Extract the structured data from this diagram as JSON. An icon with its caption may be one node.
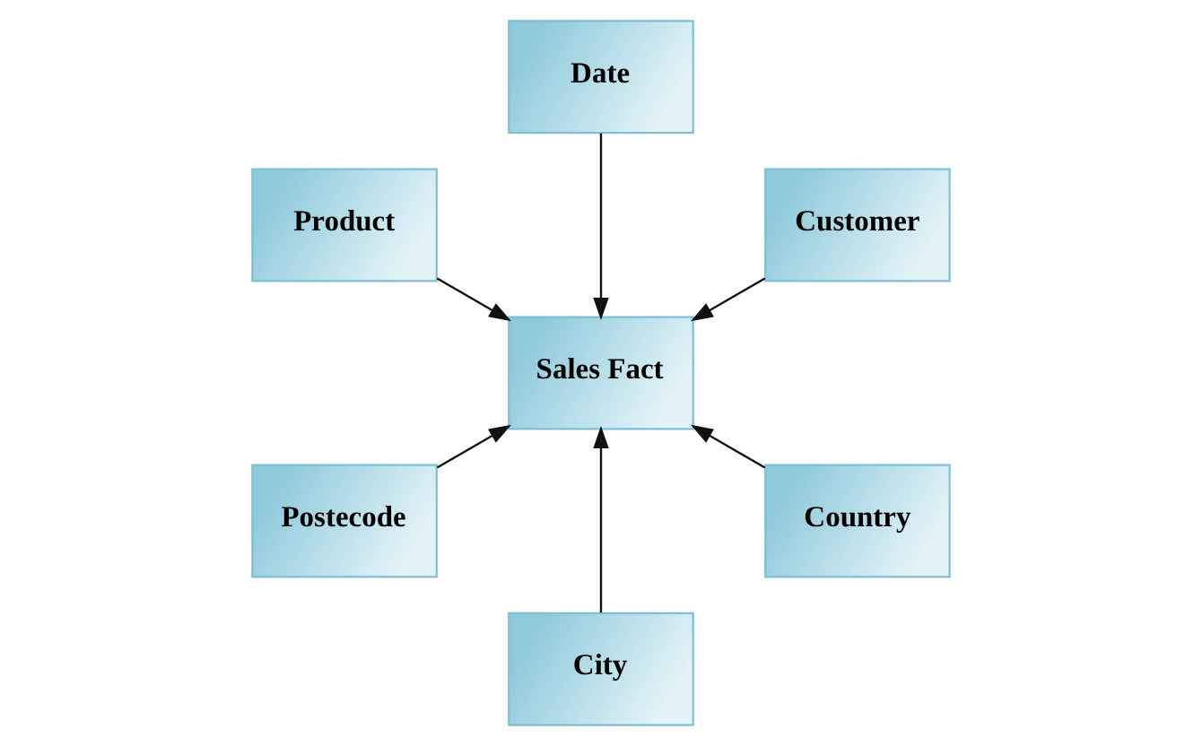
{
  "diagram": {
    "nodes": [
      {
        "text": [
          "Product"
        ]
      },
      {
        "text": [
          "Date"
        ]
      },
      {
        "text": [
          "Customer"
        ]
      },
      {
        "text": [
          "Postecode"
        ]
      },
      {
        "text": [
          "Sales Fact"
        ]
      },
      {
        "text": [
          "Country"
        ]
      },
      {
        "text": [
          "City"
        ]
      }
    ],
    "edges": [
      {
        "from": 0,
        "to": 4,
        "arrow": "to"
      },
      {
        "from": 1,
        "to": 4,
        "arrow": "to"
      },
      {
        "from": 2,
        "to": 4,
        "arrow": "to"
      },
      {
        "from": 3,
        "to": 4,
        "arrow": "to"
      },
      {
        "from": 5,
        "to": 4,
        "arrow": "to"
      },
      {
        "from": 6,
        "to": 4,
        "arrow": "to"
      }
    ]
  }
}
